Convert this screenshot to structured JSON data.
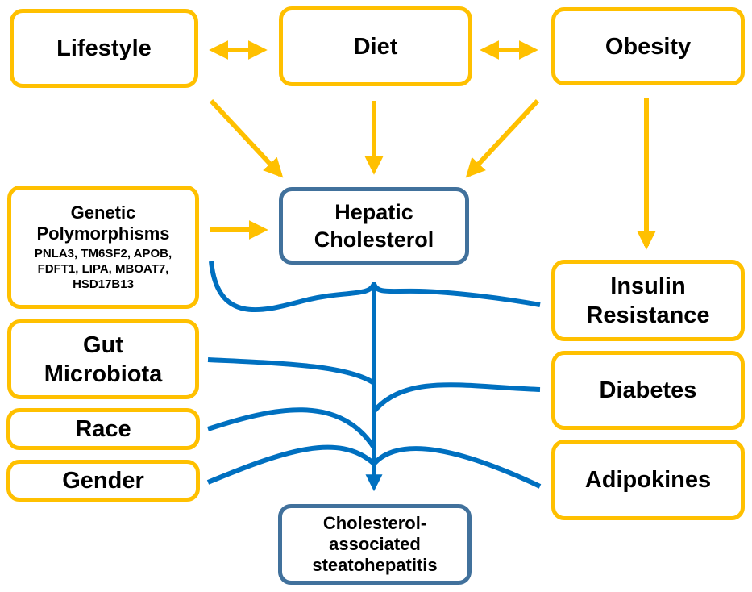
{
  "colors": {
    "risk_factor_border": "#FFC000",
    "arrow": "#FFC000",
    "flow": "#0070C0",
    "outcome_border": "#41719C"
  },
  "nodes": {
    "lifestyle": "Lifestyle",
    "diet": "Diet",
    "obesity": "Obesity",
    "genetic_title": "Genetic Polymorphisms",
    "genetic_genes": "PNLA3, TM6SF2, APOB, FDFT1, LIPA, MBOAT7, HSD17B13",
    "hepatic_cholesterol": "Hepatic Cholesterol",
    "gut_microbiota": "Gut Microbiota",
    "race": "Race",
    "gender": "Gender",
    "insulin_resistance": "Insulin Resistance",
    "diabetes": "Diabetes",
    "adipokines": "Adipokines",
    "outcome": "Cholesterol-associated steatohepatitis"
  }
}
